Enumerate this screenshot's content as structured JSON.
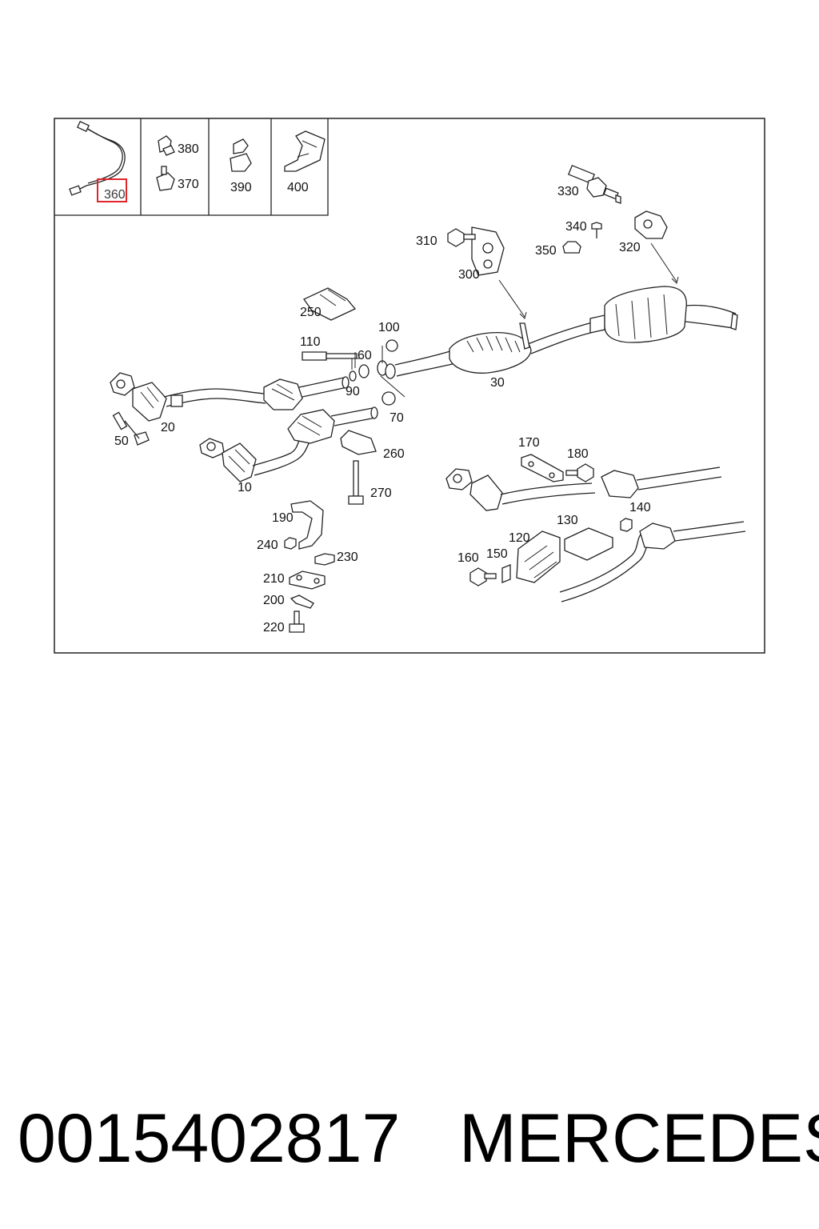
{
  "diagram": {
    "thumbnails": [
      {
        "labels": [
          "360"
        ],
        "highlighted": "360"
      },
      {
        "labels": [
          "380",
          "370"
        ]
      },
      {
        "labels": [
          "390"
        ]
      },
      {
        "labels": [
          "400"
        ]
      }
    ],
    "callouts": {
      "c10": "10",
      "c20": "20",
      "c30": "30",
      "c50": "50",
      "c60": "60",
      "c70": "70",
      "c90": "90",
      "c100": "100",
      "c110": "110",
      "c120": "120",
      "c130": "130",
      "c140": "140",
      "c150": "150",
      "c160": "160",
      "c170": "170",
      "c180": "180",
      "c190": "190",
      "c200": "200",
      "c210": "210",
      "c220": "220",
      "c230": "230",
      "c240": "240",
      "c250": "250",
      "c260": "260",
      "c270": "270",
      "c300": "300",
      "c310": "310",
      "c320": "320",
      "c330": "330",
      "c340": "340",
      "c350": "350"
    },
    "highlight_color": "#e0262c"
  },
  "caption": {
    "part_number": "0015402817",
    "brand": "MERCEDES"
  }
}
